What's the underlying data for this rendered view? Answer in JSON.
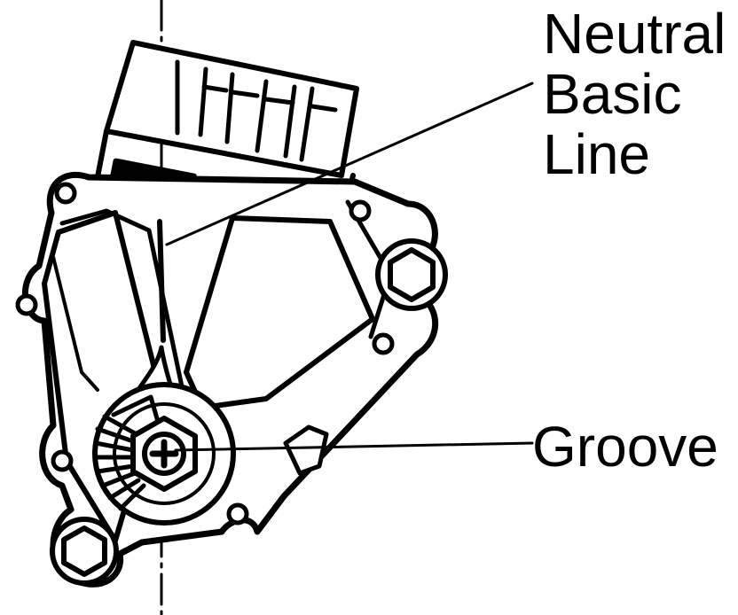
{
  "diagram": {
    "labels": {
      "neutral_line": [
        "Neutral",
        "Basic",
        "Line"
      ],
      "groove": "Groove"
    },
    "colors": {
      "ink": "#000000",
      "paper": "#ffffff"
    }
  }
}
